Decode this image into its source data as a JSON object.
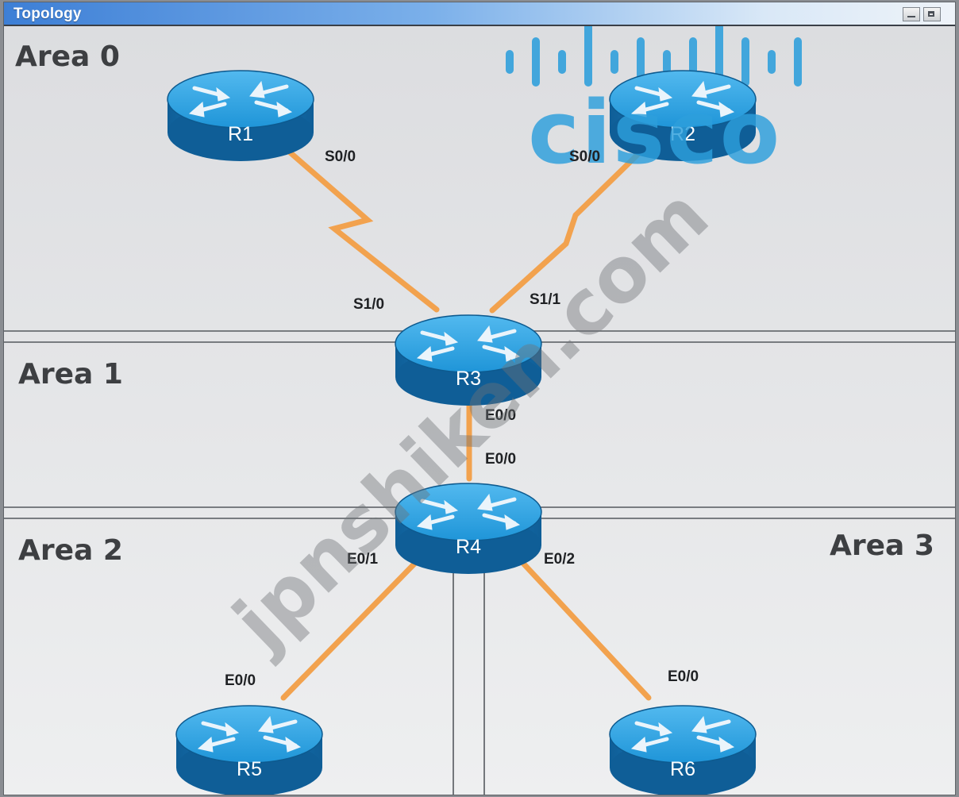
{
  "window": {
    "title": "Topology"
  },
  "areas": [
    "Area 0",
    "Area 1",
    "Area 2",
    "Area 3"
  ],
  "routers": {
    "r1": "R1",
    "r2": "R2",
    "r3": "R3",
    "r4": "R4",
    "r5": "R5",
    "r6": "R6"
  },
  "links": {
    "r1_r3": {
      "a": "S0/0",
      "b": "S1/0",
      "type": "serial"
    },
    "r2_r3": {
      "a": "S0/0",
      "b": "S1/1",
      "type": "serial"
    },
    "r3_r4": {
      "a": "E0/0",
      "b": "E0/0",
      "type": "ethernet"
    },
    "r4_r5": {
      "a": "E0/1",
      "b": "E0/0",
      "type": "ethernet"
    },
    "r4_r6": {
      "a": "E0/2",
      "b": "E0/0",
      "type": "ethernet"
    }
  },
  "logo": {
    "text": "cisco",
    "color": "#2d9fdc"
  },
  "watermark": "jpnshiken.com",
  "colors": {
    "router": "#1a8fd6",
    "link": "#f2a24e",
    "area_line": "#55595e"
  }
}
